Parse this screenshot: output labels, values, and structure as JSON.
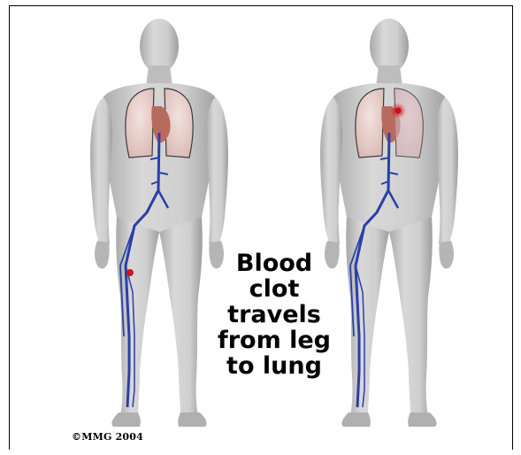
{
  "caption": {
    "line1": "Blood",
    "line2": "clot",
    "line3": "travels",
    "line4": "from leg",
    "line5": "to lung"
  },
  "copyright": "©MMG 2004",
  "colors": {
    "body": "#c9c9c9",
    "vein": "#2b3fa8",
    "lung": "#e8cdc8",
    "heart": "#b76a5e",
    "clot": "#d0151c"
  },
  "figures": [
    {
      "clot_location": "leg"
    },
    {
      "clot_location": "lung"
    }
  ]
}
